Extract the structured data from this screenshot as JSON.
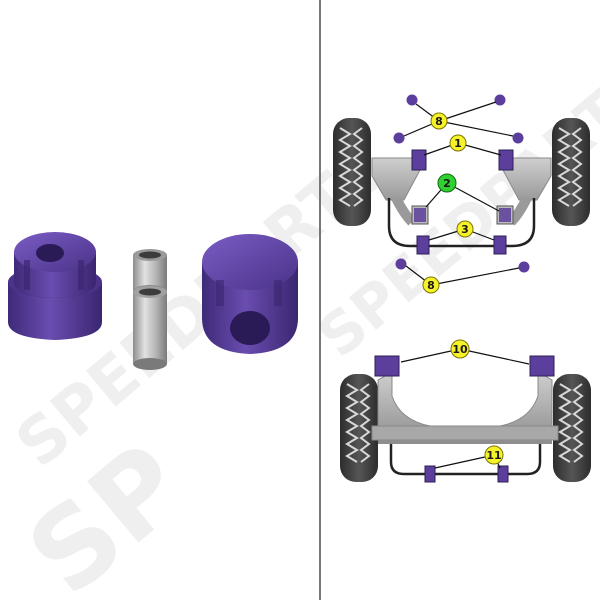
{
  "watermark": {
    "brand": "SPEEDPARTS",
    "fragment": "SP"
  },
  "colors": {
    "bushing_purple": "#5c3f9c",
    "bushing_dark": "#3d2870",
    "sleeve_metal": "#a9a9a9",
    "divider": "#777777",
    "callout_yellow": "#f6f22a",
    "callout_green": "#2fd02f",
    "tire": "#4a4a4a",
    "tire_tread": "#d8d8d8",
    "frame_grey": "#b5b5b5"
  },
  "callouts": {
    "c8a": "8",
    "c1": "1",
    "c2": "2",
    "c3": "3",
    "c8b": "8",
    "c10": "10",
    "c11": "11"
  }
}
